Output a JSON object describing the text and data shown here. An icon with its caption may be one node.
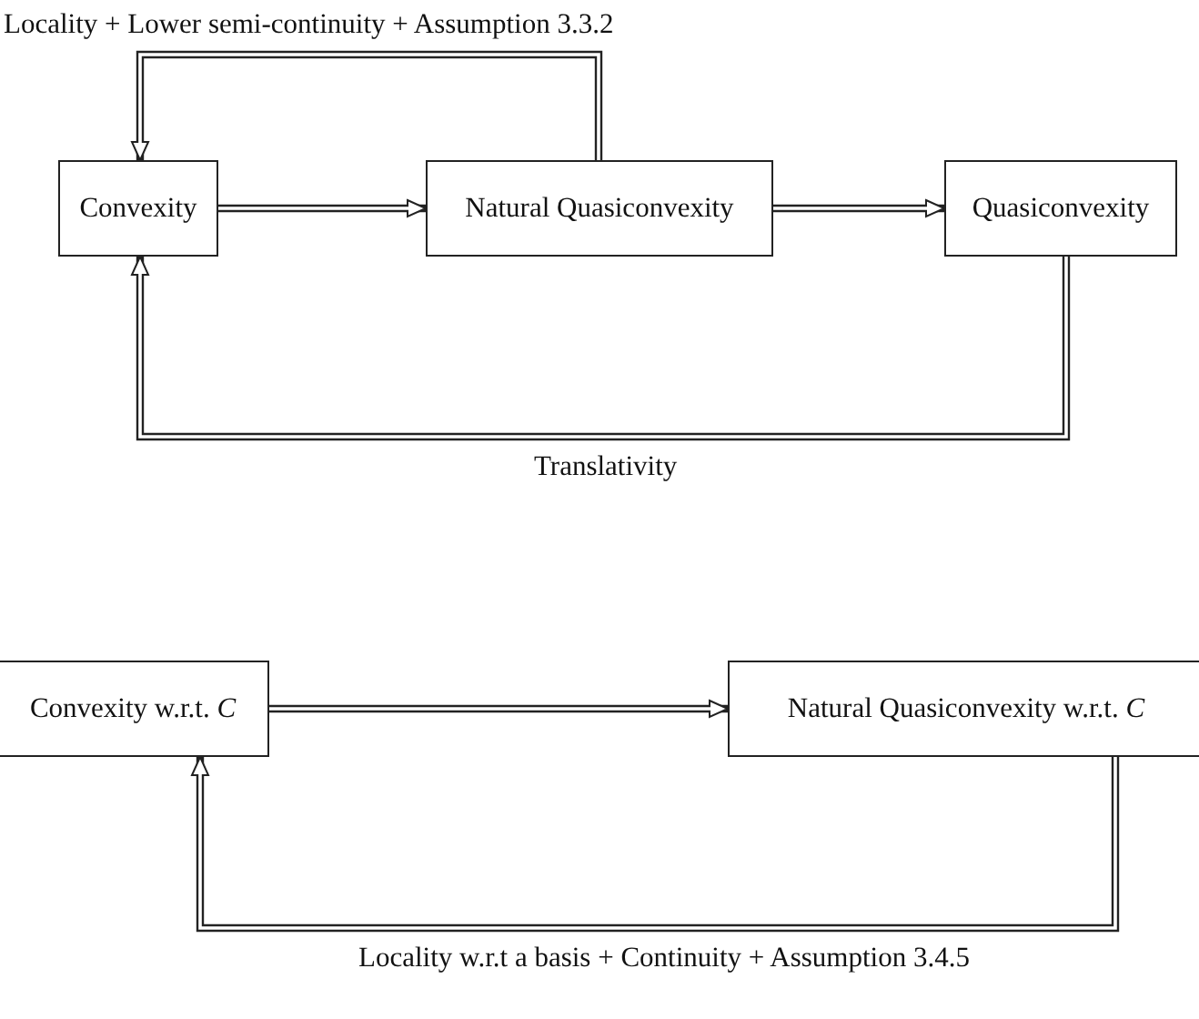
{
  "diagram": {
    "nodes": [
      {
        "text": [
          "Convexity"
        ]
      },
      {
        "text": [
          "Natural Quasiconvexity"
        ]
      },
      {
        "text": [
          "Quasiconvexity"
        ]
      },
      {
        "text": [
          "Convexity w.r.t. *C*"
        ]
      },
      {
        "text": [
          "Natural Quasiconvexity w.r.t. *C*"
        ]
      }
    ],
    "edges": [
      {
        "from": 0,
        "to": 1,
        "arrow": "to"
      },
      {
        "from": 1,
        "to": 2,
        "arrow": "to"
      },
      {
        "from": 2,
        "to": 0,
        "arrow": "to",
        "label": "Translativity"
      },
      {
        "from": 1,
        "to": 0,
        "arrow": "to",
        "label": "Locality + Lower semi-continuity + Assumption 3.3.2"
      },
      {
        "from": 3,
        "to": 4,
        "arrow": "to"
      },
      {
        "from": 4,
        "to": 3,
        "arrow": "to",
        "label": "Locality w.r.t a basis + Continuity + Assumption 3.4.5"
      }
    ]
  }
}
